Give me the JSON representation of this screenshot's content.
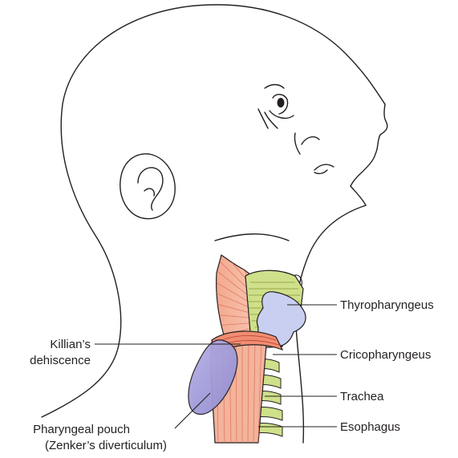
{
  "labels": {
    "thyropharyngeus": "Thyropharyngeus",
    "killians_line1": "Killian’s",
    "killians_line2": "dehiscence",
    "cricopharyngeus": "Cricopharyngeus",
    "trachea": "Trachea",
    "esophagus": "Esophagus",
    "pouch_line1": "Pharyngeal pouch",
    "pouch_line2": "(Zenker’s diverticulum)"
  },
  "colors": {
    "muscle": "#f0a48a",
    "muscle_fibre": "#d9634a",
    "cartilage": "#cfe08a",
    "cartilage_line": "#9aa845",
    "thyroid": "#c9cff0",
    "pouch": "#9e9ad6",
    "outline": "#231f20"
  }
}
